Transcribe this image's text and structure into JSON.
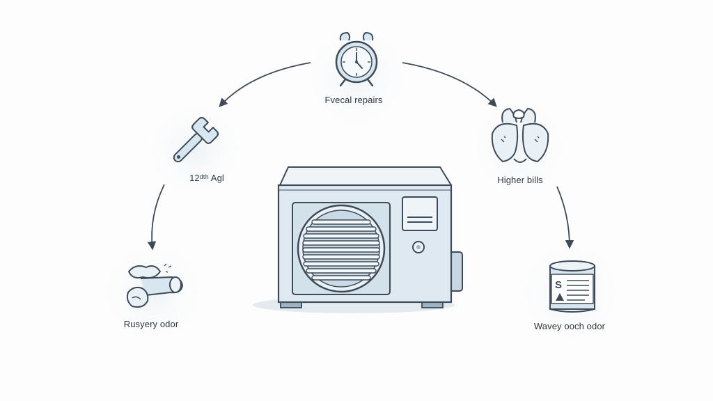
{
  "diagram": {
    "center": {
      "icon": "air-conditioner-outdoor-unit-icon"
    },
    "nodes": [
      {
        "id": "top",
        "label": "Fvecal repairs",
        "icon": "alarm-clock-icon"
      },
      {
        "id": "upper-left",
        "label": "12ᵈᵗʰ Agl",
        "icon": "wrench-icon"
      },
      {
        "id": "upper-right",
        "label": "Higher bills",
        "icon": "face-cutout-icon"
      },
      {
        "id": "lower-left",
        "label": "Rusyery odor",
        "icon": "rusty-pipe-icon"
      },
      {
        "id": "lower-right",
        "label": "Wavey ooch odor",
        "icon": "labeled-can-icon"
      }
    ],
    "colors": {
      "stroke": "#3d4a57",
      "icon_fill": "#d8e6f0",
      "unit_body": "#dfe9f1",
      "background": "#fdfdfd"
    }
  }
}
